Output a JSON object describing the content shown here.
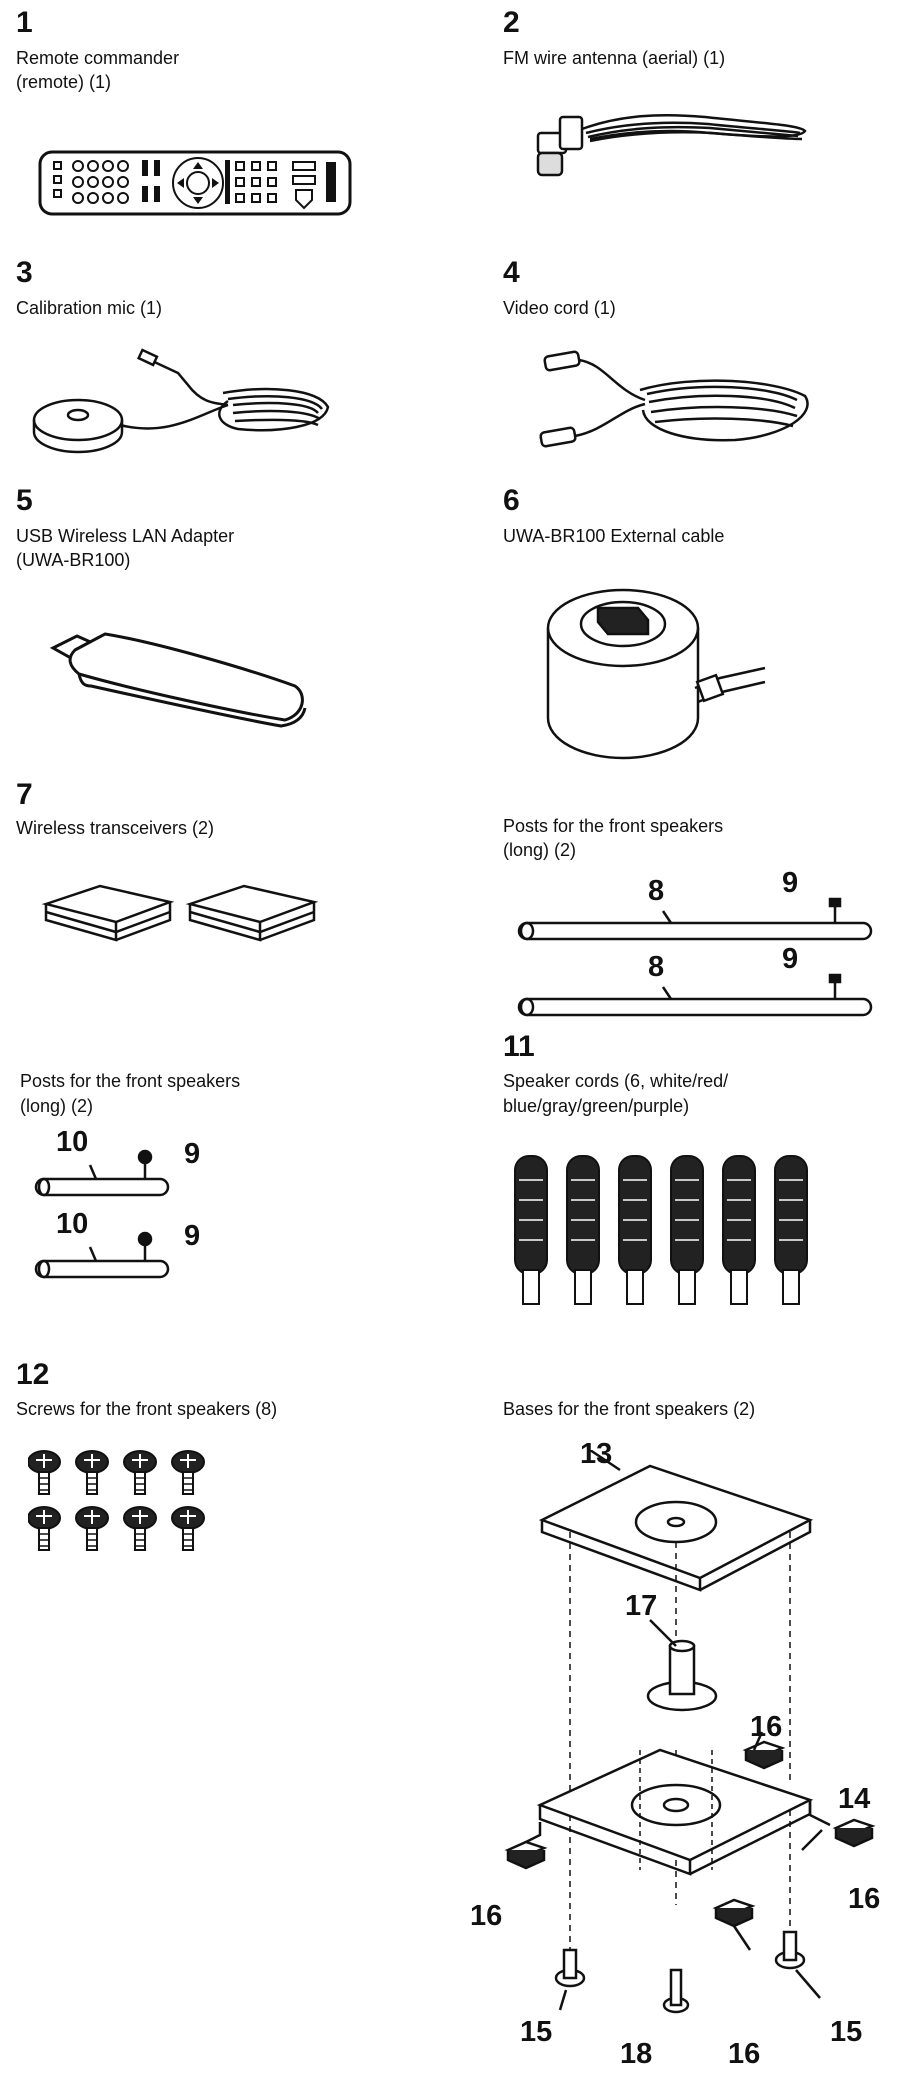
{
  "items": [
    {
      "number": "1",
      "caption_lines": [
        "Remote commander",
        "(remote) (1)"
      ]
    },
    {
      "number": "2",
      "caption_lines": [
        "FM wire antenna (aerial) (1)"
      ]
    },
    {
      "number": "3",
      "caption_lines": [
        "Calibration mic (1)"
      ]
    },
    {
      "number": "4",
      "caption_lines": [
        "Video cord (1)"
      ]
    },
    {
      "number": "5",
      "caption_lines": [
        "USB Wireless LAN Adapter",
        "(UWA-BR100)"
      ]
    },
    {
      "number": "6",
      "caption_lines": [
        "UWA-BR100 External cable"
      ]
    },
    {
      "number": "7",
      "caption_lines": [
        "Wireless transceivers (2)"
      ]
    },
    {
      "number": "",
      "caption_lines": [
        "Posts for the front speakers",
        "(long) (2)"
      ]
    },
    {
      "number": "",
      "caption_lines": [
        "Posts for the front speakers",
        "(long) (2)"
      ]
    },
    {
      "number": "11",
      "caption_lines": [
        "Speaker cords (6, white/red/",
        "blue/gray/green/purple)"
      ]
    },
    {
      "number": "12",
      "caption_lines": [
        "Screws for the front speakers (8)"
      ]
    },
    {
      "number": "",
      "caption_lines": [
        "Bases for the front speakers (2)"
      ]
    }
  ],
  "callouts": {
    "long_post": "8",
    "screw": "9",
    "short_post": "10",
    "base_plate": "13",
    "bottom_plate": "14",
    "base_screw": "15",
    "foot_pad": "16",
    "post_holder": "17",
    "holder_screw": "18"
  }
}
